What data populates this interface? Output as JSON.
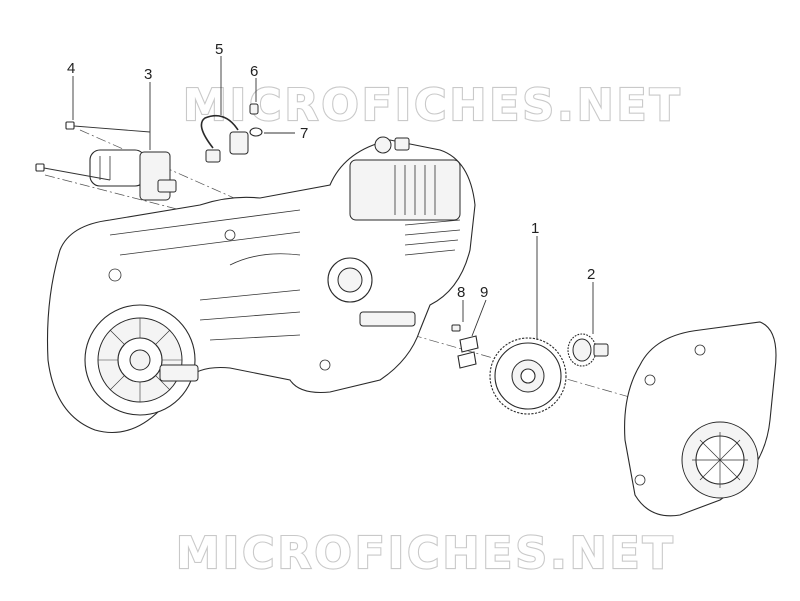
{
  "watermark_top": "MICROFICHES.NET",
  "watermark_bottom": "MICROFICHES.NET",
  "callouts": {
    "c1": "1",
    "c2": "2",
    "c3": "3",
    "c4": "4",
    "c5": "5",
    "c6": "6",
    "c7": "7",
    "c8": "8",
    "c9": "9"
  },
  "colors": {
    "line": "#2a2a2a",
    "watermark": "#c9c9c9"
  }
}
